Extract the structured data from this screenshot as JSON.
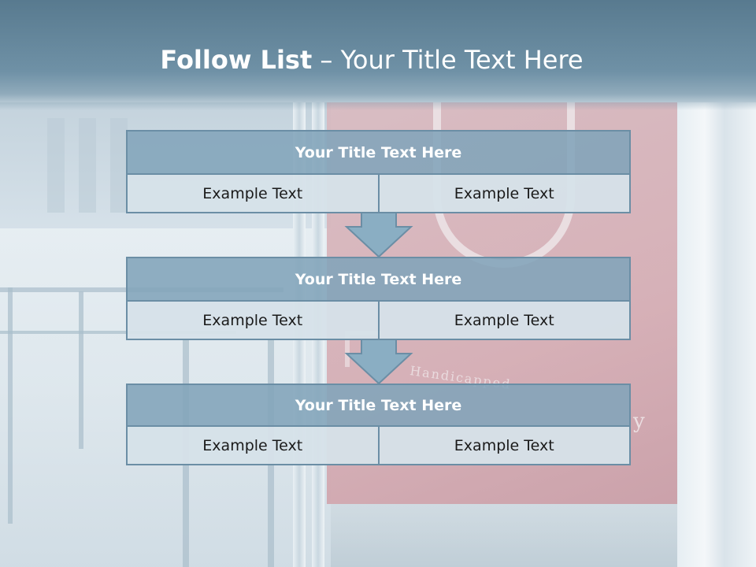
{
  "slide": {
    "title_bold": "Follow List",
    "title_rest": " – Your Title Text Here"
  },
  "background": {
    "sign_text": "Handicapped",
    "sign_letter": "y"
  },
  "steps": [
    {
      "title": "Your Title Text Here",
      "left": "Example Text",
      "right": "Example Text"
    },
    {
      "title": "Your Title Text Here",
      "left": "Example Text",
      "right": "Example Text"
    },
    {
      "title": "Your Title Text Here",
      "left": "Example Text",
      "right": "Example Text"
    }
  ],
  "colors": {
    "header": "#6f91a6",
    "box_border": "#6b8ea5",
    "box_title_fill": "#82a4ba",
    "box_cell_fill": "#d6e2e9",
    "arrow_fill": "#8aaec3"
  }
}
